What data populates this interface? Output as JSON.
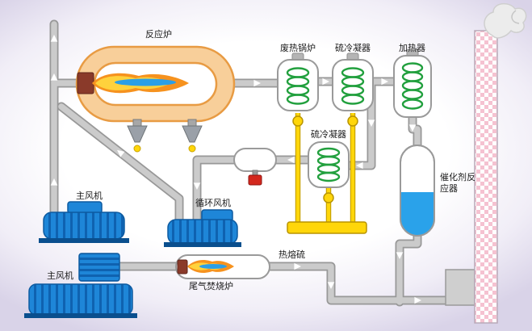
{
  "diagram": {
    "labels": {
      "reaction_furnace": "反应炉",
      "waste_heat_boiler": "废热锅炉",
      "sulfur_condenser_top": "硫冷凝器",
      "heater": "加热器",
      "sulfur_condenser_mid": "硫冷凝器",
      "catalyst_reactor": "催化剂反应器",
      "main_blower_top": "主风机",
      "circulation_blower": "循环风机",
      "main_blower_bottom": "主风机",
      "tail_gas_incinerator": "尾气焚烧炉",
      "molten_sulfur": "热熔硫"
    },
    "colors": {
      "pipe": "#cbcbcb",
      "pipe_edge": "#989898",
      "furnace_ring": "#f8cf9a",
      "furnace_edge": "#e89b43",
      "flame_orange": "#f6921e",
      "flame_yellow": "#ffd23c",
      "flame_blue": "#2b9fe6",
      "coil_green": "#22a03e",
      "sulfur_yellow": "#ffd60a",
      "machine_blue": "#1e86d8",
      "machine_blue_dark": "#0f62b0",
      "reactor_liquid": "#2aa2ea",
      "chimney_pink": "#f5c2d1",
      "valve_red": "#d3281e",
      "smoke_gray": "#ececec"
    }
  }
}
